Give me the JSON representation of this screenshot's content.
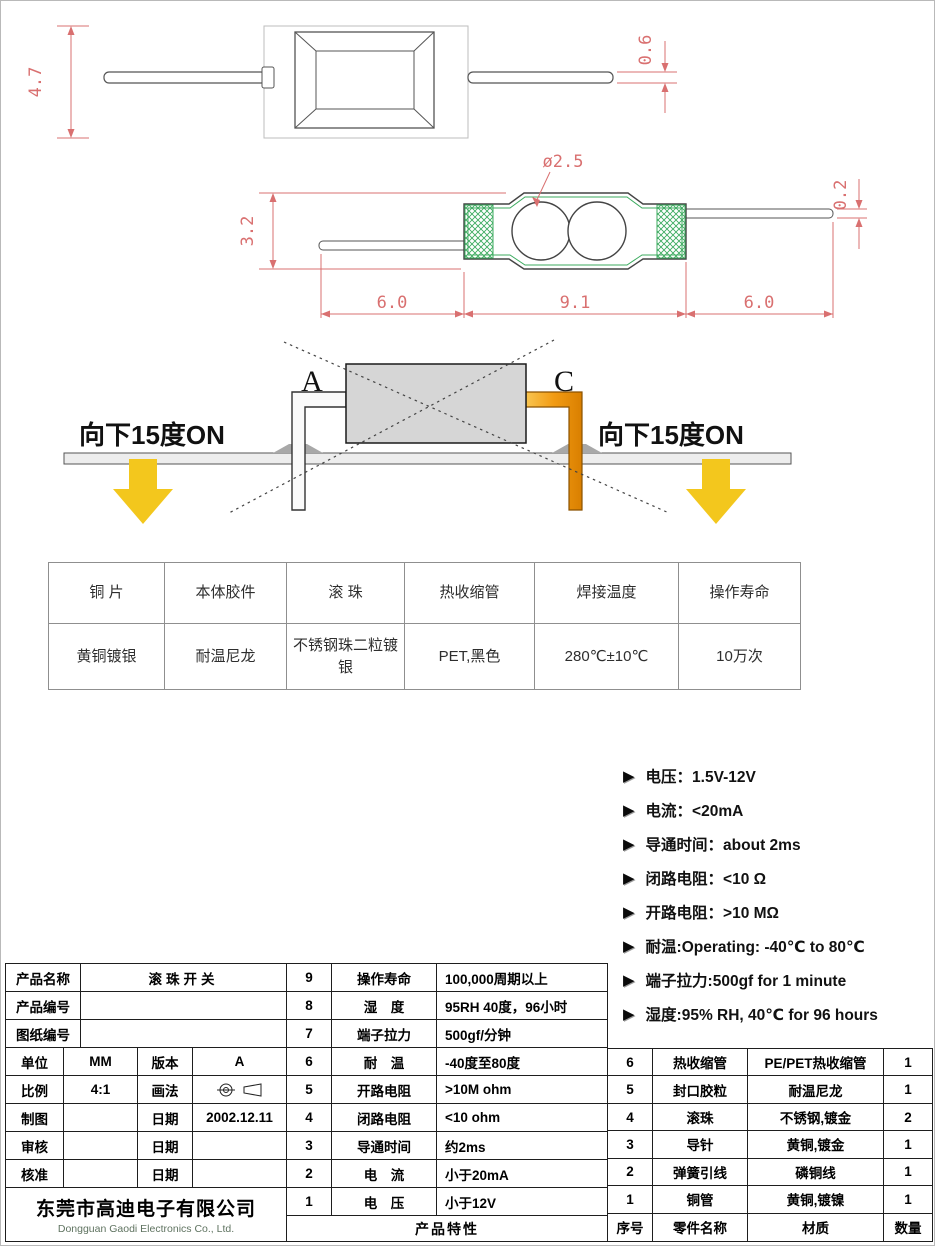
{
  "drawings": {
    "top_view": {
      "dim_height": "4.7",
      "dim_lead_thickness": "0.6"
    },
    "section_view": {
      "dim_ball_diameter": "ø2.5",
      "dim_tube_height": "3.2",
      "dim_lead_thickness": "0.2",
      "dim_left_lead": "6.0",
      "dim_tube_length": "9.1",
      "dim_right_lead": "6.0"
    },
    "orientation": {
      "label_a": "A",
      "label_c": "C",
      "tilt_note_left": "向下15度ON",
      "tilt_note_right": "向下15度ON"
    }
  },
  "spec_table": {
    "headers": [
      "铜 片",
      "本体胶件",
      "滚 珠",
      "热收缩管",
      "焊接温度",
      "操作寿命"
    ],
    "values": [
      "黄铜镀银",
      "耐温尼龙",
      "不锈钢珠二粒镀银",
      "PET,黑色",
      "280℃±10℃",
      "10万次"
    ]
  },
  "features": {
    "items": [
      "电压：1.5V-12V",
      "电流：<20mA",
      "导通时间：about 2ms",
      "闭路电阻：<10 Ω",
      "开路电阻：>10 MΩ",
      "耐温:Operating: -40℃ to 80℃",
      "端子拉力:500gf for 1 minute",
      "湿度:95% RH, 40℃ for 96 hours"
    ]
  },
  "title_block": {
    "rows3": [
      [
        "产品名称",
        "滚珠开关"
      ],
      [
        "产品编号",
        ""
      ],
      [
        "图纸编号",
        ""
      ]
    ],
    "rows4": [
      [
        "单位",
        "MM",
        "版本",
        "A"
      ],
      [
        "比例",
        "4:1",
        "画法",
        ""
      ],
      [
        "制图",
        "",
        "日期",
        "2002.12.11"
      ],
      [
        "审核",
        "",
        "日期",
        ""
      ],
      [
        "核准",
        "",
        "日期",
        ""
      ]
    ],
    "company_cn": "东莞市高迪电子有限公司",
    "company_en": "Dongguan Gaodi Electronics Co., Ltd."
  },
  "characteristics": {
    "rows": [
      [
        "9",
        "操作寿命",
        "100,000周期以上"
      ],
      [
        "8",
        "湿　度",
        "95RH 40度，96小时"
      ],
      [
        "7",
        "端子拉力",
        "500gf/分钟"
      ],
      [
        "6",
        "耐　温",
        "-40度至80度"
      ],
      [
        "5",
        "开路电阻",
        ">10M ohm"
      ],
      [
        "4",
        "闭路电阻",
        "<10 ohm"
      ],
      [
        "3",
        "导通时间",
        "约2ms"
      ],
      [
        "2",
        "电　流",
        "小于20mA"
      ],
      [
        "1",
        "电　压",
        "小于12V"
      ]
    ],
    "footer": "产品特性"
  },
  "parts_list": {
    "rows": [
      [
        "6",
        "热收缩管",
        "PE/PET热收缩管",
        "1"
      ],
      [
        "5",
        "封口胶粒",
        "耐温尼龙",
        "1"
      ],
      [
        "4",
        "滚珠",
        "不锈钢,镀金",
        "2"
      ],
      [
        "3",
        "导针",
        "黄铜,镀金",
        "1"
      ],
      [
        "2",
        "弹簧引线",
        "磷铜线",
        "1"
      ],
      [
        "1",
        "铜管",
        "黄铜,镀镍",
        "1"
      ]
    ],
    "headers": [
      "序号",
      "零件名称",
      "材质",
      "数量"
    ]
  }
}
